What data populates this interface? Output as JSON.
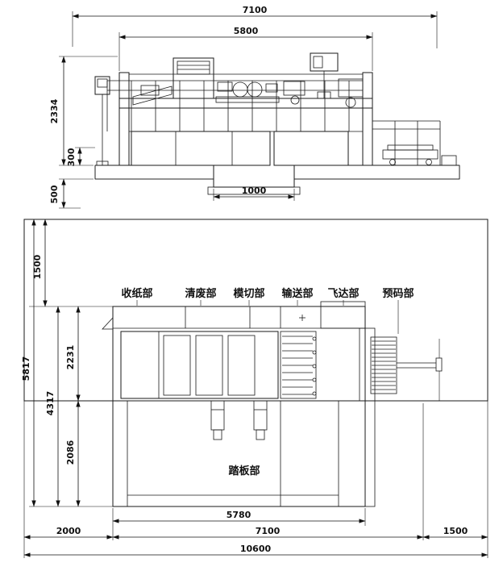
{
  "drawing": {
    "elevation": {
      "dim_total_width": "7100",
      "dim_body_width": "5800",
      "dim_height": "2334",
      "dim_base": "300",
      "dim_pit_depth": "500",
      "dim_pit_width": "1000"
    },
    "plan": {
      "sections": [
        {
          "label": "收纸部"
        },
        {
          "label": "清废部"
        },
        {
          "label": "模切部"
        },
        {
          "label": "输送部"
        },
        {
          "label": "飞达部"
        },
        {
          "label": "预码部"
        }
      ],
      "pedal_label": "踏板部",
      "dim_top_offset": "1500",
      "dim_upper_depth": "2231",
      "dim_lower_depth": "2086",
      "dim_machine_depth": "4317",
      "dim_total_depth": "5817",
      "dim_body_length": "5780",
      "dim_machine_length": "7100",
      "dim_left_offset": "2000",
      "dim_right_offset": "1500",
      "dim_total_length": "10600"
    }
  }
}
